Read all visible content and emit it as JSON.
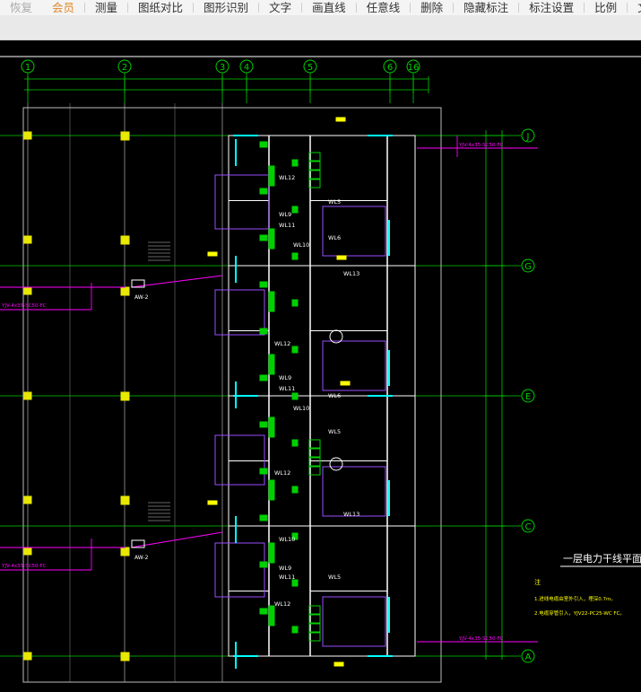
{
  "toolbar": {
    "items": [
      {
        "label": "恢复",
        "state": "disabled"
      },
      {
        "label": "会员",
        "state": "member"
      },
      {
        "label": "测量",
        "state": "normal"
      },
      {
        "label": "图纸对比",
        "state": "normal"
      },
      {
        "label": "图形识别",
        "state": "normal"
      },
      {
        "label": "文字",
        "state": "normal"
      },
      {
        "label": "画直线",
        "state": "normal"
      },
      {
        "label": "任意线",
        "state": "normal"
      },
      {
        "label": "删除",
        "state": "normal"
      },
      {
        "label": "隐藏标注",
        "state": "normal"
      },
      {
        "label": "标注设置",
        "state": "normal"
      },
      {
        "label": "比例",
        "state": "normal"
      },
      {
        "label": "文字",
        "state": "normal"
      }
    ]
  },
  "drawing": {
    "colors": {
      "grid": "#00d000",
      "wall": "#ffffff",
      "text": "#ffff00",
      "wire": "#ff00ff",
      "window": "#00ffff",
      "panel": "#e8e800",
      "purple": "#9a4dff"
    },
    "column_labels": [
      "1",
      "2",
      "3",
      "4",
      "5",
      "6",
      "16"
    ],
    "row_labels": [
      "J",
      "G",
      "E",
      "C",
      "A"
    ],
    "title_text": "一层电力干线平面图",
    "notes_heading": "注",
    "note_lines": [
      "1.进线电缆由室外引入，埋深0.7m。",
      "2.电缆穿管引入，YJV22-PC25-WC FC。"
    ],
    "left_cable_labels": [
      "YJV-4x35-SC50-FC",
      "YJV-4x35-SC50-FC"
    ],
    "right_cable_labels": [
      "YJV-4x35-SC50-FC",
      "YJV-4x35-SC50-FC"
    ],
    "aw_label": "AW-2",
    "circuit_labels": [
      "WL12",
      "WL9",
      "WL11",
      "WL10",
      "WL6",
      "WL5",
      "WL13",
      "WL12",
      "WL9",
      "WL11",
      "WL10",
      "WL6",
      "WL5",
      "WL13",
      "WL12",
      "WL10",
      "WL9",
      "WL11",
      "WL5",
      "WL12"
    ]
  }
}
